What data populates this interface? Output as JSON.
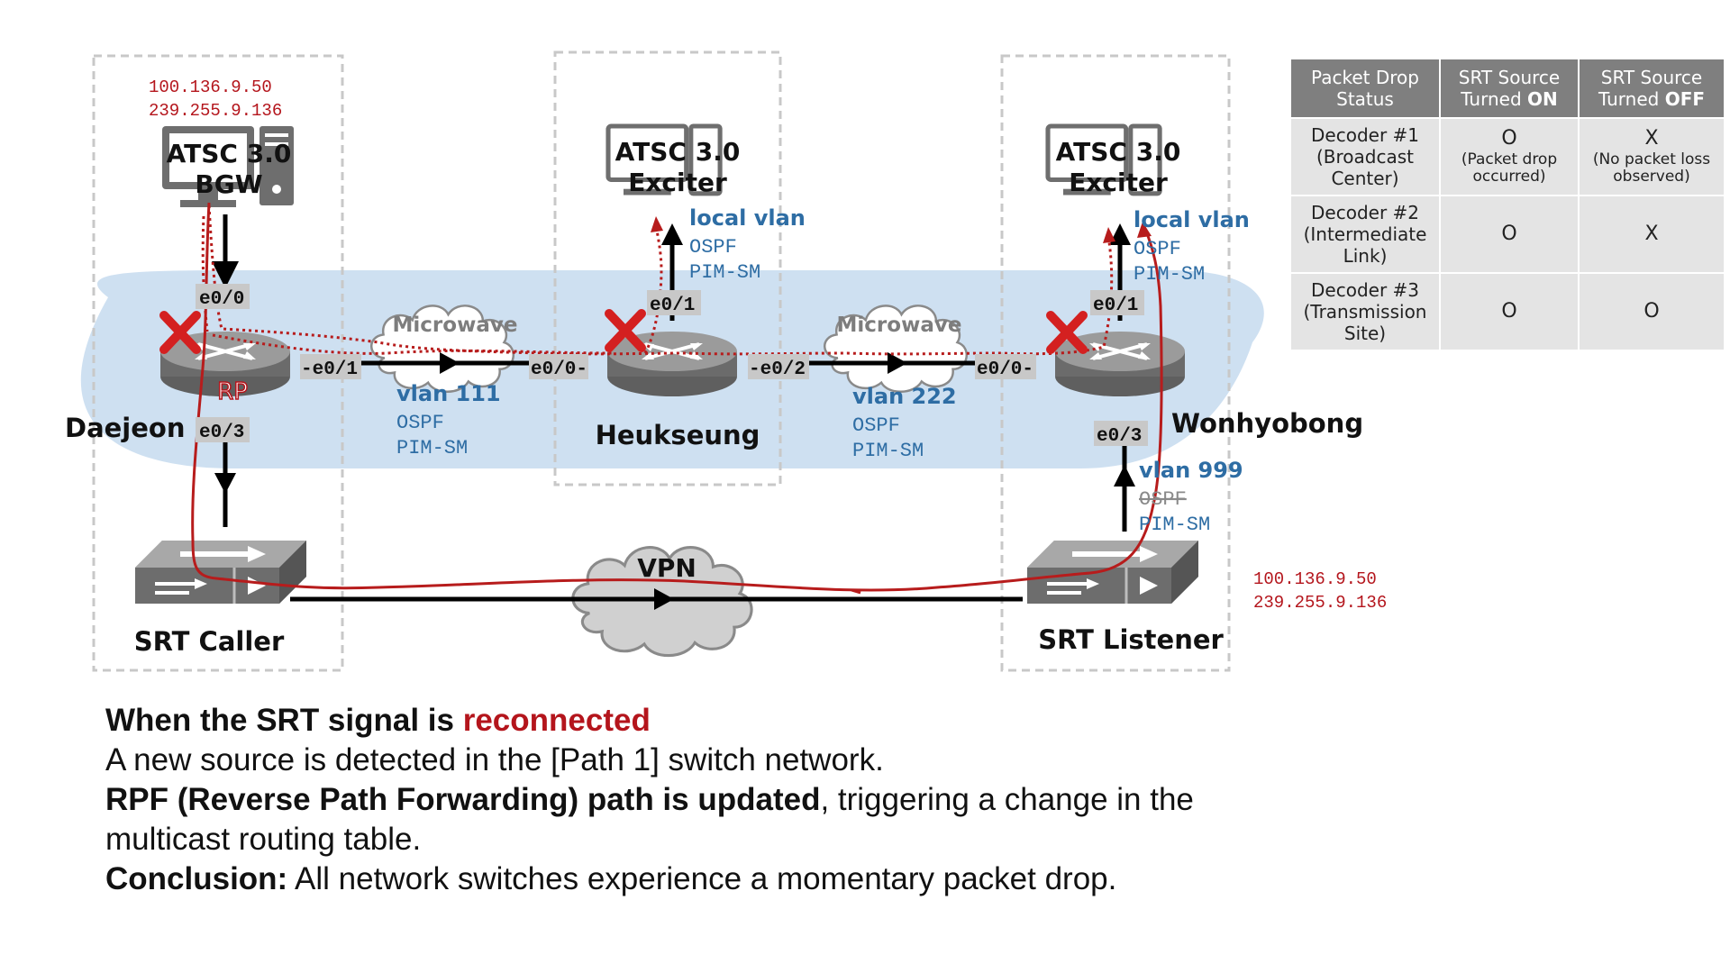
{
  "colors": {
    "accent_red": "#b4151c",
    "signal_red": "#b71c1c",
    "vlan_blue": "#2e6da4",
    "zone_blue": "#c9ddf0",
    "device_gray": "#6e6e6e",
    "cloud_gray": "#d0d0d0",
    "port_label_bg": "#c8c8c8",
    "table_header": "#7f7f7f",
    "table_cell": "#e4e4e4"
  },
  "icons": [
    "computer-icon",
    "router-icon",
    "switch-icon",
    "cloud-icon",
    "x-mark-icon",
    "arrow-icon"
  ],
  "diagram": {
    "source_ip_top": "100.136.9.50",
    "group_ip_top": "239.255.9.136",
    "source_ip_bottom": "100.136.9.50",
    "group_ip_bottom": "239.255.9.136",
    "devices": {
      "bgw_line1": "ATSC 3.0",
      "bgw_line2": "BGW",
      "exciter_mid_line1": "ATSC 3.0",
      "exciter_mid_line2": "Exciter",
      "exciter_right_line1": "ATSC 3.0",
      "exciter_right_line2": "Exciter",
      "srt_caller": "SRT Caller",
      "srt_listener": "SRT Listener"
    },
    "routers": {
      "daejeon": "Daejeon",
      "heukseung": "Heukseung",
      "wonhyobong": "Wonhyobong",
      "rp_label": "RP"
    },
    "ports": {
      "daejeon_e00": "e0/0",
      "daejeon_e01": "-e0/1",
      "daejeon_e03": "e0/3",
      "heuk_e00": "e0/0-",
      "heuk_e01": "e0/1",
      "heuk_e02": "-e0/2",
      "won_e00": "e0/0-",
      "won_e01": "e0/1",
      "won_e03": "e0/3"
    },
    "clouds": {
      "microwave_1": "Microwave",
      "microwave_2": "Microwave",
      "vpn": "VPN"
    },
    "links": {
      "vlan111": "vlan 111",
      "vlan111_ospf": "OSPF",
      "vlan111_pim": "PIM-SM",
      "vlan222": "vlan 222",
      "vlan222_ospf": "OSPF",
      "vlan222_pim": "PIM-SM",
      "heuk_local_vlan": "local vlan",
      "heuk_local_ospf": "OSPF",
      "heuk_local_pim": "PIM-SM",
      "won_local_vlan": "local vlan",
      "won_local_ospf": "OSPF",
      "won_local_pim": "PIM-SM",
      "vlan999": "vlan 999",
      "vlan999_ospf": "OSPF",
      "vlan999_pim": "PIM-SM"
    }
  },
  "status_table": {
    "header": {
      "col1_line1": "Packet Drop",
      "col1_line2": "Status",
      "col2_line1": "SRT Source",
      "col2_prefix": "Turned ",
      "col2_state": "ON",
      "col3_line1": "SRT Source",
      "col3_prefix": "Turned ",
      "col3_state": "OFF"
    },
    "rows": [
      {
        "name_line1": "Decoder #1",
        "name_line2": "(Broadcast",
        "name_line3": "Center)",
        "on_mark": "O",
        "on_note_line1": "(Packet drop",
        "on_note_line2": "occurred)",
        "off_mark": "X",
        "off_note_line1": "(No packet loss",
        "off_note_line2": "observed)"
      },
      {
        "name_line1": "Decoder #2",
        "name_line2": "(Intermediate",
        "name_line3": "Link)",
        "on_mark": "O",
        "off_mark": "X"
      },
      {
        "name_line1": "Decoder #3",
        "name_line2": "(Transmission",
        "name_line3": "Site)",
        "on_mark": "O",
        "off_mark": "O"
      }
    ]
  },
  "explanation": {
    "heading_prefix": "When the SRT signal is ",
    "heading_highlight": "reconnected",
    "line2": "A new source is detected in the [Path 1] switch network.",
    "line3_bold": "RPF (Reverse Path Forwarding) path is updated",
    "line3_rest": ", triggering a change in the",
    "line4": "multicast routing table.",
    "line5_bold": "Conclusion:",
    "line5_rest": " All network switches experience a momentary packet drop."
  }
}
